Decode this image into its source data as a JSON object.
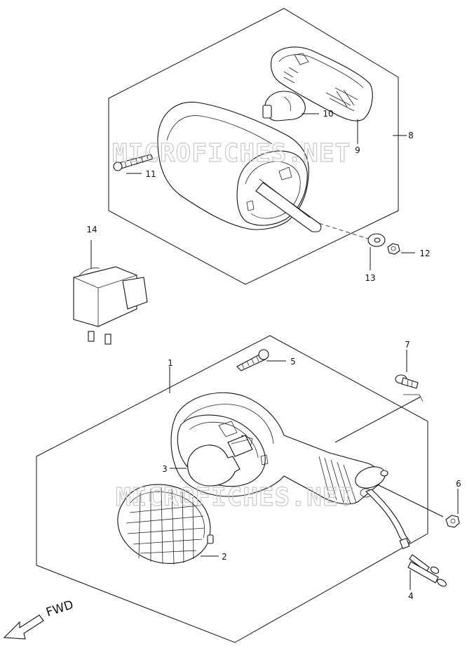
{
  "watermarks": [
    "MICROFICHES.NET",
    "MICROFICHES.NET"
  ],
  "direction": "FWD",
  "callouts": {
    "p1": "1",
    "p2": "2",
    "p3": "3",
    "p4": "4",
    "p5": "5",
    "p6": "6",
    "p7": "7",
    "p8": "8",
    "p9": "9",
    "p10": "10",
    "p11": "11",
    "p12": "12",
    "p13": "13",
    "p14": "14"
  }
}
